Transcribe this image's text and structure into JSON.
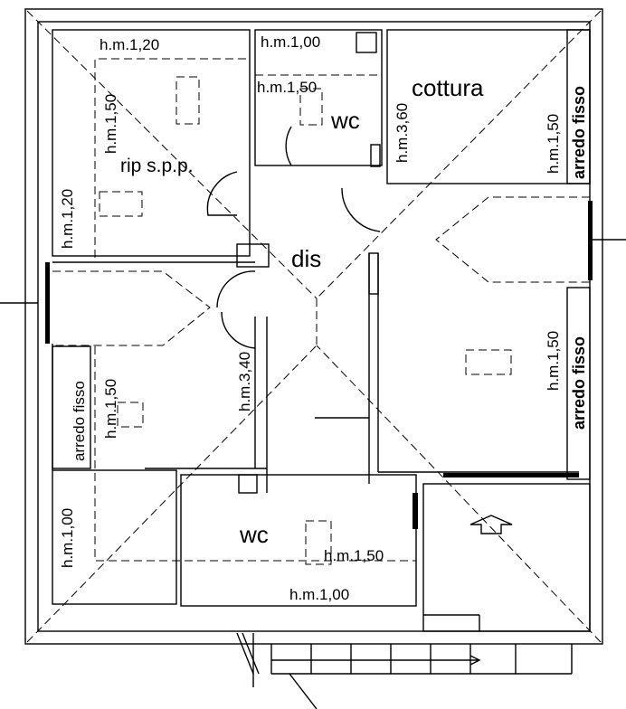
{
  "labels": {
    "hm_120_top": "h.m.1,20",
    "hm_100_top": "h.m.1,00",
    "hm_150_rip": "h.m.1,50",
    "hm_150_wc_top": "h.m.1,50",
    "wc_top": "wc",
    "cottura": "cottura",
    "hm_360": "h.m.3,60",
    "hm_150_right_top": "h.m.1,50",
    "arredo_fisso_right_top": "arredo fisso",
    "rip_spp": "rip s.p.p.",
    "hm_120_left": "h.m.1,20",
    "dis": "dis",
    "arredo_fisso_left": "arredo fisso",
    "hm_150_left": "h.m.1,50",
    "hm_340": "h.m.3,40",
    "hm_150_right_bottom": "h.m.1,50",
    "arredo_fisso_right_bottom": "arredo fisso",
    "hm_100_left_bottom": "h.m.1,00",
    "wc_bottom": "wc",
    "hm_150_wc_bottom": "h.m.1,50",
    "hm_100_bottom": "h.m.1,00"
  }
}
